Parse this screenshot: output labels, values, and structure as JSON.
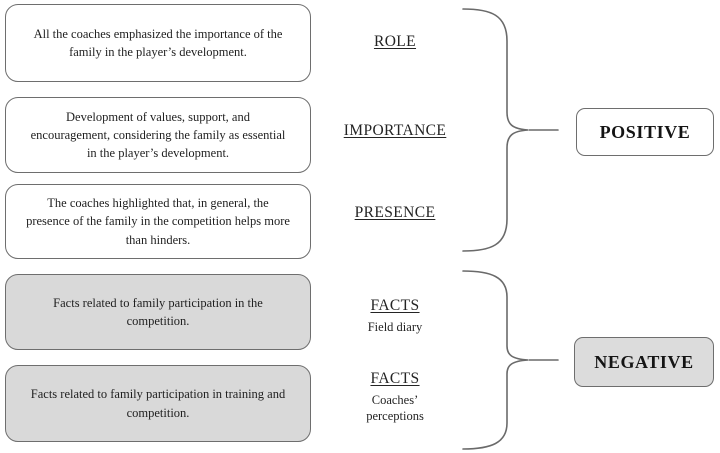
{
  "diagram": {
    "boxes": [
      {
        "text": "All the coaches emphasized the importance of the family in the player’s development.",
        "variant": "white"
      },
      {
        "text": "Development of values, support, and encouragement, considering the family as essential in the player’s development.",
        "variant": "white"
      },
      {
        "text": "The coaches highlighted that, in general, the presence of the family in the competition helps more than hinders.",
        "variant": "white"
      },
      {
        "text": "Facts related to family participation in the competition.",
        "variant": "gray"
      },
      {
        "text": "Facts related to family participation in training and competition.",
        "variant": "gray"
      }
    ],
    "themes": [
      {
        "title": "ROLE"
      },
      {
        "title": "IMPORTANCE"
      },
      {
        "title": "PRESENCE"
      },
      {
        "title": "FACTS",
        "subtitle": "Field diary"
      },
      {
        "title": "FACTS",
        "subtitle": "Coaches’ perceptions"
      }
    ],
    "groups": [
      {
        "label": "POSITIVE",
        "variant": "white"
      },
      {
        "label": "NEGATIVE",
        "variant": "gray"
      }
    ],
    "colors": {
      "background": "#ffffff",
      "box_border": "#6e6e6e",
      "gray_fill": "#d9d9d9",
      "brace": "#6a6a6a",
      "text": "#1f1f1f"
    }
  }
}
